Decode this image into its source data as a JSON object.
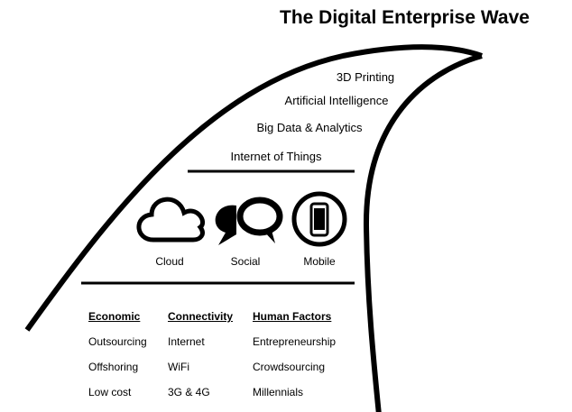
{
  "title": "The Digital Enterprise Wave",
  "wave_layers": [
    "3D Printing",
    "Artificial Intelligence",
    "Big Data & Analytics",
    "Internet of Things"
  ],
  "icons": [
    {
      "label": "Cloud",
      "icon": "cloud-icon"
    },
    {
      "label": "Social",
      "icon": "speech-bubbles-icon"
    },
    {
      "label": "Mobile",
      "icon": "smartphone-icon"
    }
  ],
  "columns": [
    {
      "header": "Economic",
      "items": [
        "Outsourcing",
        "Offshoring",
        "Low cost"
      ]
    },
    {
      "header": "Connectivity",
      "items": [
        "Internet",
        "WiFi",
        "3G & 4G"
      ]
    },
    {
      "header": "Human Factors",
      "items": [
        "Entrepreneurship",
        "Crowdsourcing",
        "Millennials"
      ]
    }
  ]
}
